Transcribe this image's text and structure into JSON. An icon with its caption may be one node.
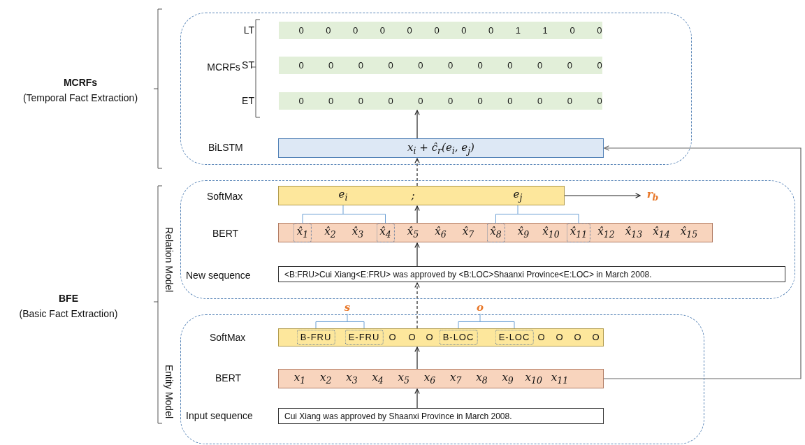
{
  "diagram": {
    "nodes": [
      {
        "text": [],
        "shape": "box"
      },
      {
        "text": [
          "0",
          "0",
          "0",
          "0",
          "0",
          "0",
          "0",
          "0",
          "1",
          "1",
          "0",
          "0"
        ],
        "beside": [
          "LT"
        ],
        "in": 0
      },
      {
        "text": [
          "0",
          "0",
          "0",
          "0",
          "0",
          "0",
          "0",
          "0",
          "0",
          "0",
          "0"
        ],
        "beside": [
          "ST"
        ],
        "in": 0
      },
      {
        "text": [
          "0",
          "0",
          "0",
          "0",
          "0",
          "0",
          "0",
          "0",
          "0",
          "0",
          "0"
        ],
        "beside": [
          "ET"
        ],
        "in": 0
      },
      {
        "text": [
          "x$_{i}$ + ĉ$_{r}$(e$_{i}$, e$_{j}$)"
        ],
        "in": 0
      },
      {
        "text": [],
        "shape": "box",
        "beside": [
          "Relation Model"
        ]
      },
      {
        "text": [
          "e$_{i}$",
          ";",
          "e$_{j}$"
        ],
        "in": 5
      },
      {
        "text": [
          "r$_{b}$"
        ],
        "in": 5
      },
      {
        "text": [
          "x̂$_{1}$",
          "x̂$_{2}$",
          "x̂$_{3}$",
          "x̂$_{4}$",
          "x̂$_{5}$",
          "x̂$_{6}$",
          "x̂$_{7}$",
          "x̂$_{8}$",
          "x̂$_{9}$",
          "x̂$_{10}$",
          "x̂$_{11}$",
          "x̂$_{12}$",
          "x̂$_{13}$",
          "x̂$_{14}$",
          "x̂$_{15}$"
        ],
        "in": 5
      },
      {
        "text": [
          "<B:FRU>Cui Xiang<E:FRU> was approved by <B:LOC>Shaanxi Province<E:LOC> in March 2008."
        ],
        "in": 5
      },
      {
        "text": [],
        "shape": "box",
        "beside": [
          "Entity Model"
        ]
      },
      {
        "text": [
          "B-FRU",
          "E-FRU",
          "O",
          "O",
          "O",
          "B-LOC",
          "E-LOC",
          "O",
          "O",
          "O",
          "O"
        ],
        "in": 10
      },
      {
        "text": [
          "x$_{1}$",
          "x$_{2}$",
          "x$_{3}$",
          "x$_{4}$",
          "x$_{5}$",
          "x$_{6}$",
          "x$_{7}$",
          "x$_{8}$",
          "x$_{9}$",
          "x$_{10}$",
          "x$_{11}$"
        ],
        "in": 10
      },
      {
        "text": [
          "Cui Xiang was approved by Shaanxi Province in March 2008."
        ],
        "in": 10
      }
    ],
    "edges": [
      {
        "from": 13,
        "to": 12,
        "arrow": "to"
      },
      {
        "from": 12,
        "to": 11,
        "arrow": "to"
      },
      {
        "from": 11,
        "to": 9,
        "arrow": "to",
        "style": "dashed"
      },
      {
        "from": 9,
        "to": 8,
        "arrow": "to"
      },
      {
        "from": 8,
        "to": 6,
        "arrow": "to"
      },
      {
        "from": 6,
        "to": 7,
        "arrow": "to"
      },
      {
        "from": 6,
        "to": 4,
        "arrow": "to",
        "style": "dashed"
      },
      {
        "from": 4,
        "to": 3,
        "arrow": "to"
      },
      {
        "from": 12,
        "to": 4,
        "arrow": "to",
        "color": "#666666"
      }
    ],
    "labels": [
      "MCRFs",
      "(Temporal Fact Extraction)",
      "MCRFs",
      "BiLSTM",
      "SoftMax",
      "BERT",
      "New sequence",
      "BFE",
      "(Basic Fact Extraction)",
      "s",
      "o",
      "SoftMax",
      "BERT",
      "Input sequence"
    ]
  }
}
